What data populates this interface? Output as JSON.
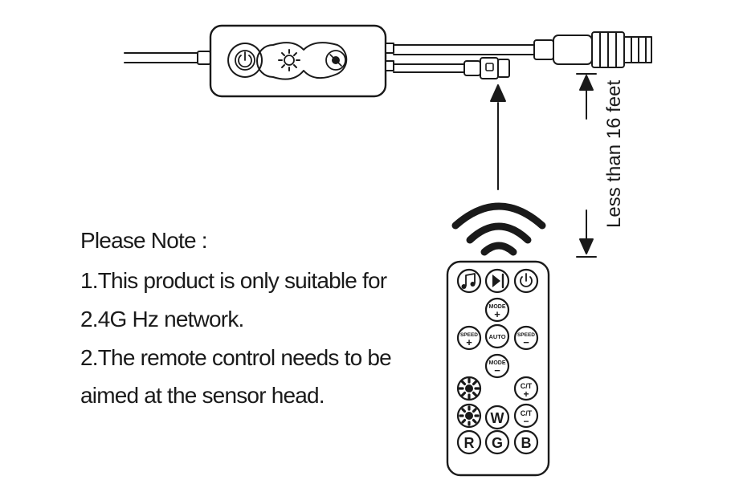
{
  "distance_label": "Less than 16 feet",
  "note": {
    "title": "Please Note :",
    "line1": "1.This product is only suitable for",
    "line2": "2.4G Hz network.",
    "line3": "2.The remote control needs to be",
    "line4": "aimed at the sensor head."
  },
  "remote": {
    "mode": "MODE",
    "plus": "+",
    "minus": "−",
    "speed": "SPEED",
    "auto": "AUTO",
    "ct": "C/T",
    "w": "W",
    "r": "R",
    "g": "G",
    "b": "B"
  },
  "colors": {
    "stroke": "#1a1a1a",
    "background": "#ffffff"
  }
}
